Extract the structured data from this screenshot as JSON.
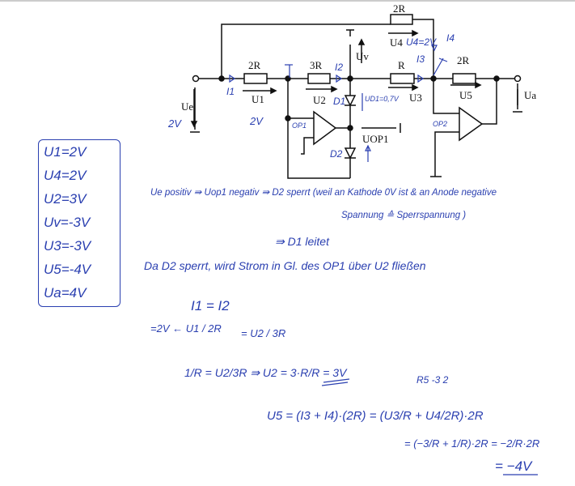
{
  "circuit": {
    "resistors": [
      "2R",
      "2R",
      "3R",
      "R",
      "2R"
    ],
    "printed_labels": {
      "ue": "Ue",
      "u1": "U1",
      "u2": "U2",
      "u3": "U3",
      "u4": "U4",
      "u5": "U5",
      "uv": "Uv",
      "ua": "Ua",
      "uop1": "UOP1",
      "op1": "OP1",
      "op2": "OP2",
      "d1": "D1",
      "d2": "D2"
    },
    "annotations": {
      "i1": "I1",
      "i2": "I2",
      "i3": "I3",
      "i4": "I4",
      "u4_val": "U4=2V",
      "ue_val": "2V",
      "u1_val": "2V",
      "ud1": "UD1=0,7V"
    }
  },
  "results_box": [
    "U1=2V",
    "U4=2V",
    "U2=3V",
    "Uv=-3V",
    "U3=-3V",
    "U5=-4V",
    "Ua=4V"
  ],
  "notes": {
    "line1": "Ue positiv ⇛ Uop1 negativ ⇛ D2 sperrt (weil an Kathode 0V ist & an Anode negative",
    "line2": "Spannung ≙ Sperrspannung )",
    "line3": "⇛ D1 leitet",
    "line4": "Da D2 sperrt, wird Strom in Gl. des OP1 über U2 fließen"
  },
  "equations": {
    "eq1": "I1 = I2",
    "eq2_left": "=2V ← U1 / 2R",
    "eq2_right": "= U2 / 3R",
    "eq3": "1/R = U2/3R ⇛ U2 = 3·R/R = 3V",
    "eq4_anno": "R5      -3      2",
    "eq4": "U5 = (I3 + I4)·(2R) = (U3/R + U4/2R)·2R",
    "eq5": "= (−3/R + 1/R)·2R = −2/R·2R",
    "eq6": "= −4V"
  }
}
